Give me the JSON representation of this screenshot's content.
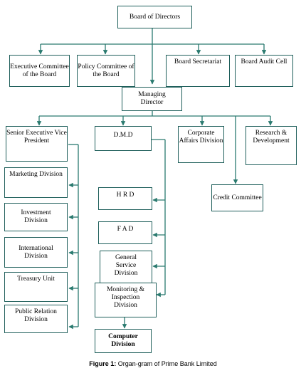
{
  "nodes": {
    "board": "Board of Directors",
    "exec_committee": "Executive Committee of the Board",
    "policy_committee": "Policy Committee of the Board",
    "board_secretariat": "Board Secretariat",
    "audit_cell": "Board Audit Cell",
    "md": "Managing Director",
    "sevp": "Senior Executive Vice President",
    "dmd": "D.M.D",
    "corporate_affairs": "Corporate Affairs Division",
    "research": "Research & Development",
    "credit": "Credit Committee",
    "marketing": "Marketing Division",
    "investment": "Investment Division",
    "international": "International Division",
    "treasury": "Treasury Unit",
    "public_relation": "Public Relation Division",
    "hrd": "H R D",
    "fad": "F A D",
    "general_service": "General Service Division",
    "monitoring": "Monitoring & Inspection Division",
    "computer": "Computer Division"
  },
  "caption": {
    "label": "Figure 1:",
    "text": "Organ-gram of Prime Bank Limited"
  },
  "colors": {
    "connector": "#2a7a6f",
    "border": "#1f5f5b"
  }
}
